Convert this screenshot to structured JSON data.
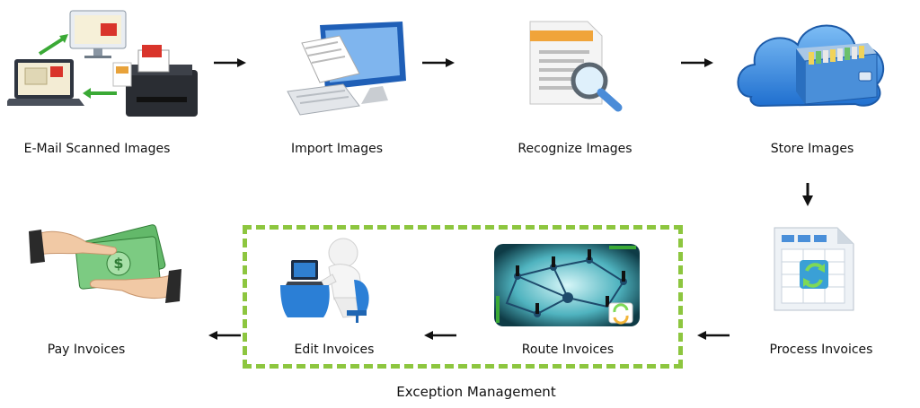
{
  "steps": {
    "email": "E-Mail Scanned Images",
    "import": "Import Images",
    "recognize": "Recognize  Images",
    "store": "Store Images",
    "process": "Process Invoices",
    "route": "Route Invoices",
    "edit": "Edit Invoices",
    "pay": "Pay Invoices"
  },
  "exception_label": "Exception Management",
  "colors": {
    "dashed_border": "#8dc63f",
    "arrow": "#111111",
    "green_arrow": "#3aa935",
    "cloud_blue": "#3b8de0",
    "money_green": "#4aa84a",
    "person_blue": "#2b7fd6"
  }
}
